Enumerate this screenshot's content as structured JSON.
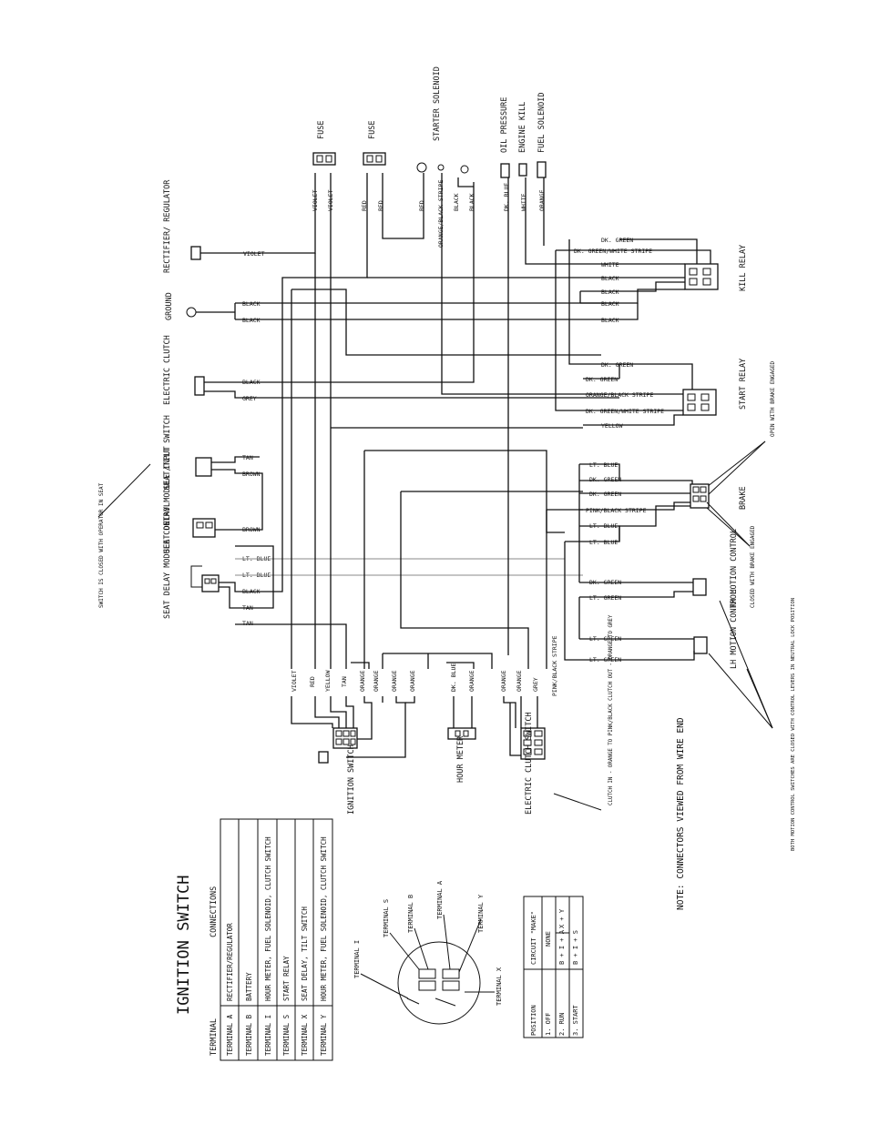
{
  "title": "IGNITION SWITCH",
  "components": {
    "rectifier": "RECTIFIER/ REGULATOR",
    "ground": "GROUND",
    "electric_clutch": "ELECTRIC CLUTCH",
    "seat_tilt": "SEAT/TILT SWITCH",
    "seat_delay_input": "SEAT DELAY MODULE INPUT",
    "seat_delay_control": "SEAT DELAY MODULE CONTROL",
    "fuse1": "FUSE",
    "fuse2": "FUSE",
    "starter_solenoid": "STARTER SOLENOID",
    "oil_pressure": "OIL PRESSURE",
    "engine_kill": "ENGINE KILL",
    "fuel_solenoid": "FUEL SOLENOID",
    "kill_relay": "KILL RELAY",
    "start_relay": "START RELAY",
    "brake": "BRAKE",
    "rh_motion": "RH MOTION CONTROL",
    "lh_motion": "LH MOTION CONTROL",
    "ignition_switch": "IGNITION SWITCH",
    "hour_meter": "HOUR METER",
    "clutch_switch": "ELECTRIC CLUTCH SWITCH"
  },
  "notes": {
    "seat_switch": "SWITCH IS CLOSED WITH OPERATOR IN SEAT",
    "brake_open": "OPEN WITH BRAKE ENGAGED",
    "brake_closed": "CLOSED WITH BRAKE ENGAGED",
    "motion_switches": "BOTH MOTION CONTROL SWITCHES ARE CLOSED WITH CONTROL LEVERS IN NEUTRAL LOCK POSITION",
    "clutch_note": "CLUTCH IN - ORANGE TO PINK/BLACK CLUTCH OUT - ORANGE TO GREY",
    "main_note": "NOTE: CONNECTORS VIEWED FROM WIRE END"
  },
  "wires": {
    "top": [
      "VIOLET",
      "VIOLET",
      "RED",
      "RED",
      "RED",
      "ORANGE/BLACK STRIPE",
      "BLACK",
      "BLACK",
      "DK. BLUE",
      "WHITE",
      "ORANGE"
    ],
    "left": [
      "VIOLET",
      "BLACK",
      "BLACK",
      "BLACK",
      "GREY",
      "TAN",
      "BROWN",
      "BROWN",
      "LT. BLUE",
      "LT. BLUE",
      "BLACK",
      "TAN",
      "TAN"
    ],
    "kill": [
      "DK. GREEN",
      "DK. GREEN/WHITE STRIPE",
      "WHITE",
      "BLACK",
      "BLACK",
      "BLACK",
      "BLACK"
    ],
    "start": [
      "DK. GREEN",
      "DK. GREEN",
      "ORANGE/BLACK STRIPE",
      "DK. GREEN/WHITE STRIPE",
      "YELLOW"
    ],
    "brake": [
      "LT. BLUE",
      "DK. GREEN",
      "DK. GREEN",
      "PINK/BLACK STRIPE",
      "LT. BLUE",
      "LT. BLUE"
    ],
    "rh": [
      "DK. GREEN",
      "LT. GREEN"
    ],
    "lh": [
      "LT. GREEN",
      "LT. GREEN"
    ],
    "bottom": [
      "VIOLET",
      "RED",
      "YELLOW",
      "TAN",
      "ORANGE",
      "ORANGE",
      "ORANGE",
      "ORANGE",
      "DK. BLUE",
      "ORANGE",
      "ORANGE",
      "ORANGE",
      "GREY",
      "PINK/BLACK STRIPE"
    ]
  },
  "terminal_table": {
    "headers": [
      "TERMINAL",
      "CONNECTIONS"
    ],
    "rows": [
      [
        "TERMINAL  A",
        "RECTIFIER/REGULATOR"
      ],
      [
        "TERMINAL  B",
        "BATTERY"
      ],
      [
        "TERMINAL  I",
        "HOUR METER, FUEL SOLENOID, CLUTCH SWITCH"
      ],
      [
        "TERMINAL  S",
        "START RELAY"
      ],
      [
        "TERMINAL  X",
        "SEAT DELAY, TILT SWITCH"
      ],
      [
        "TERMINAL  Y",
        "HOUR METER, FUEL SOLENOID, CLUTCH SWITCH"
      ]
    ]
  },
  "terminal_labels": [
    "TERMINAL I",
    "TERMINAL S",
    "TERMINAL B",
    "TERMINAL A",
    "TERMINAL Y",
    "TERMINAL X"
  ],
  "position_table": {
    "headers": [
      "POSITION",
      "CIRCUIT \"MAKE\""
    ],
    "rows": [
      [
        "1. OFF",
        "NONE",
        ""
      ],
      [
        "2. RUN",
        "B + I + A",
        "X + Y"
      ],
      [
        "3. START",
        "B + I + S",
        ""
      ]
    ]
  }
}
